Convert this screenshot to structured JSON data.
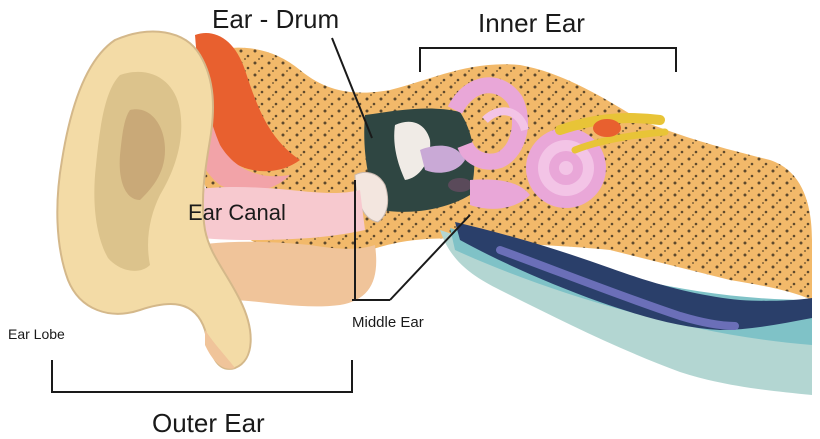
{
  "labels": {
    "ear_drum": "Ear - Drum",
    "inner_ear": "Inner Ear",
    "ear_canal": "Ear Canal",
    "middle_ear": "Middle Ear",
    "ear_lobe": "Ear Lobe",
    "outer_ear": "Outer Ear"
  },
  "colors": {
    "pinna": "#f3dba6",
    "pinna_shade": "#dcc38c",
    "skin_inner": "#f0c49a",
    "bone": "#f2b96a",
    "bone_dots": "#2b2418",
    "red_tissue": "#e8602f",
    "pink_tissue": "#f2a3a8",
    "canal": "#f7c9cf",
    "cavity": "#2f4642",
    "cochlea": "#e9a7d8",
    "cochlea_light": "#f3c4e6",
    "nerve": "#e8c437",
    "tube_dark": "#2a3f6a",
    "tube_teal": "#7fc2c7",
    "tube_light": "#b3d6d2",
    "bracket": "#1a1a1a"
  }
}
